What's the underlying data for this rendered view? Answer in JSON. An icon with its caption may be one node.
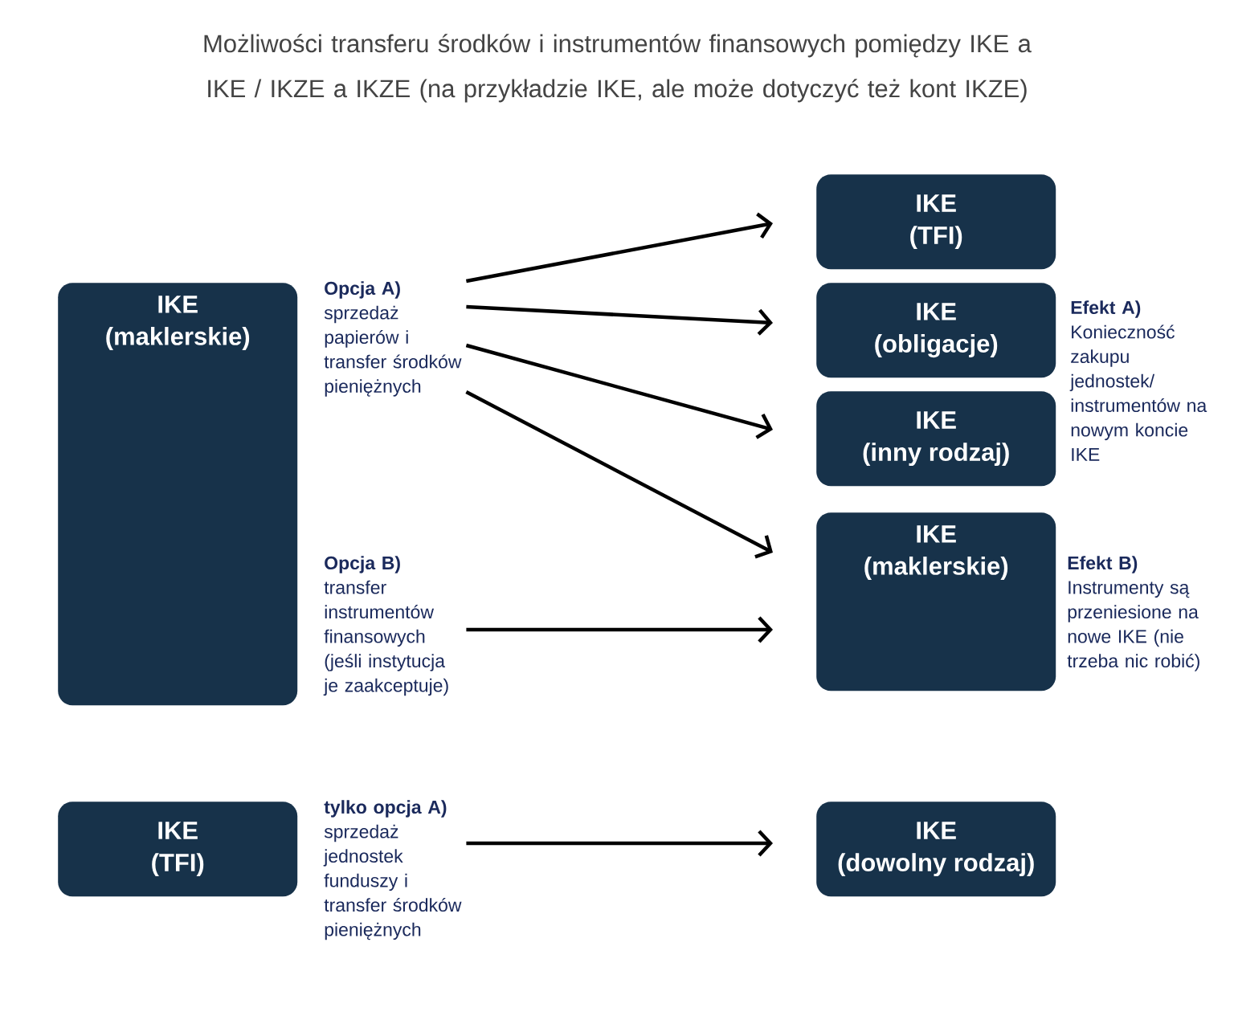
{
  "diagram": {
    "title": "Możliwości transferu środków i instrumentów finansowych pomiędzy IKE a IKE / IKZE a IKZE (na przykładzie IKE, ale może dotyczyć też kont IKZE)",
    "nodes": [
      {
        "text": [
          "IKE",
          "(maklerskie)"
        ]
      },
      {
        "text": [
          "IKE",
          "(TFI)"
        ]
      },
      {
        "text": [
          "IKE",
          "(TFI)"
        ]
      },
      {
        "text": [
          "IKE",
          "(obligacje)"
        ]
      },
      {
        "text": [
          "IKE",
          "(inny rodzaj)"
        ]
      },
      {
        "text": [
          "IKE",
          "(maklerskie)"
        ],
        "beside": [
          "**Efekt B)** Instrumenty są przeniesione na nowe IKE (nie trzeba nic robić)"
        ]
      },
      {
        "text": [
          "IKE",
          "(dowolny rodzaj)"
        ]
      },
      {
        "text": [
          "Opcja A)",
          "sprzedaż papierów i transfer środków pieniężnych"
        ]
      },
      {
        "text": [
          "Opcja B)",
          "transfer instrumentów finansowych (jeśli instytucja je zaakceptuje)"
        ]
      },
      {
        "text": [
          "tylko opcja A)",
          "sprzedaż jednostek funduszy i transfer środków pieniężnych"
        ]
      }
    ],
    "edges": [
      {
        "from": 7,
        "to": 2,
        "arrow": "to"
      },
      {
        "from": 7,
        "to": 3,
        "arrow": "to"
      },
      {
        "from": 7,
        "to": 4,
        "arrow": "to"
      },
      {
        "from": 7,
        "to": 5,
        "arrow": "to"
      },
      {
        "from": 8,
        "to": 5,
        "arrow": "to"
      },
      {
        "from": 9,
        "to": 6,
        "arrow": "to"
      }
    ],
    "labels": [
      "**Efekt A)** Konieczność zakupu jednostek/ instrumentów na nowym koncie IKE"
    ]
  }
}
